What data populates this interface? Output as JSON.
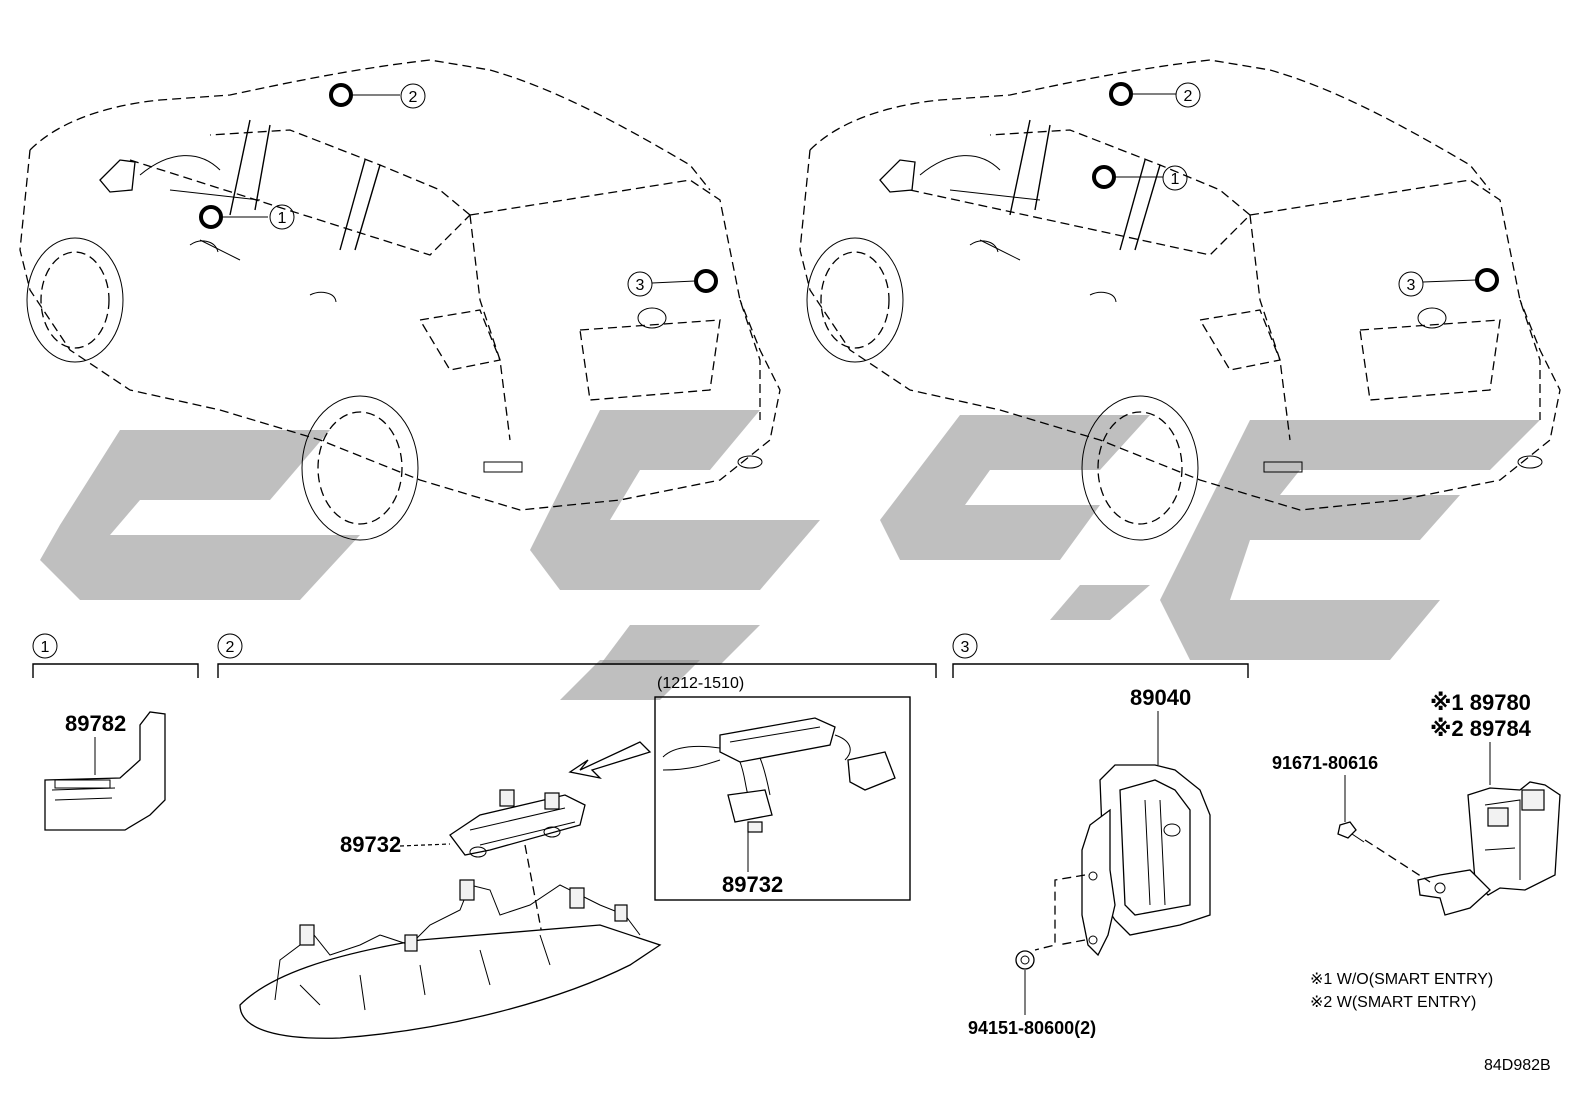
{
  "callouts": {
    "c1": "1",
    "c2": "2",
    "c3": "3"
  },
  "sections": [
    {
      "id": "1",
      "label": "1"
    },
    {
      "id": "2",
      "label": "2"
    },
    {
      "id": "3",
      "label": "3"
    }
  ],
  "parts": {
    "p89782": "89782",
    "p89732_main": "89732",
    "p89732_inset": "89732",
    "inset_range": "(1212-1510)",
    "p89040": "89040",
    "p94151": "94151-80600(2)",
    "p91671": "91671-80616",
    "p89780": "※1 89780",
    "p89784": "※2 89784"
  },
  "notes": {
    "n1": "※1 W/O(SMART ENTRY)",
    "n2": "※2 W(SMART ENTRY)"
  },
  "diagram_code": "84D982B",
  "colors": {
    "line": "#000000",
    "watermark": "#8a8a8a",
    "background": "#ffffff"
  }
}
